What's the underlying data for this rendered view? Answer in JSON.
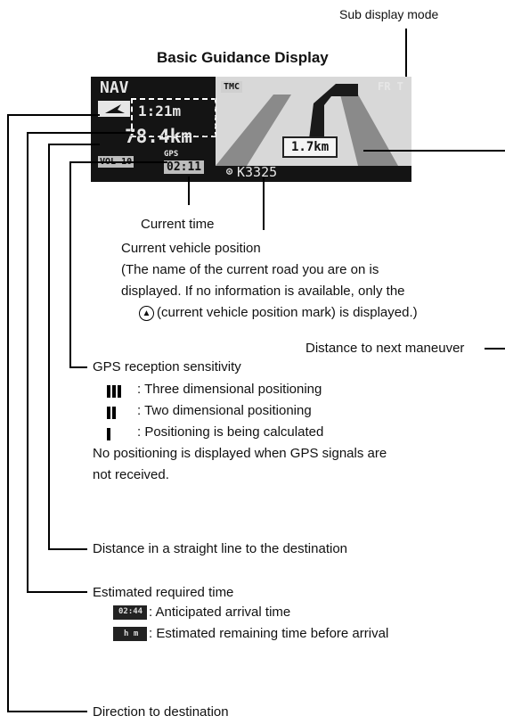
{
  "title": "Basic Guidance Display",
  "display": {
    "nav_label": "NAV",
    "tmc_label": "TMC",
    "fr_label": "FR T",
    "time_box": "1:21m",
    "distance_left": "78.4km",
    "vol_label": "VOL 10",
    "gps_tag": "GPS",
    "clock": "02:11",
    "maneuver_distance": "1.7km",
    "road_name": "K3325"
  },
  "labels": {
    "sub_display_mode": "Sub display mode",
    "current_time": "Current time",
    "current_vehicle_position": "Current vehicle position",
    "vehicle_note_1": "(The name of the current road you are on is",
    "vehicle_note_2": "displayed. If no information is available, only the",
    "vehicle_note_3": "(current vehicle position mark) is displayed.)",
    "distance_next_maneuver": "Distance to next maneuver",
    "gps_sensitivity": "GPS reception sensitivity",
    "gps_3d": ": Three dimensional positioning",
    "gps_2d": ": Two dimensional positioning",
    "gps_calc": ": Positioning is being calculated",
    "gps_none_1": "No positioning is displayed when GPS signals are",
    "gps_none_2": "not received.",
    "straight_distance": "Distance in a straight line to the destination",
    "estimated_time": "Estimated required time",
    "arrival_time": ": Anticipated arrival time",
    "remaining_time": ": Estimated remaining time before arrival",
    "icon_arrival": "02:44",
    "icon_remaining": "h m",
    "direction": "Direction to destination"
  }
}
